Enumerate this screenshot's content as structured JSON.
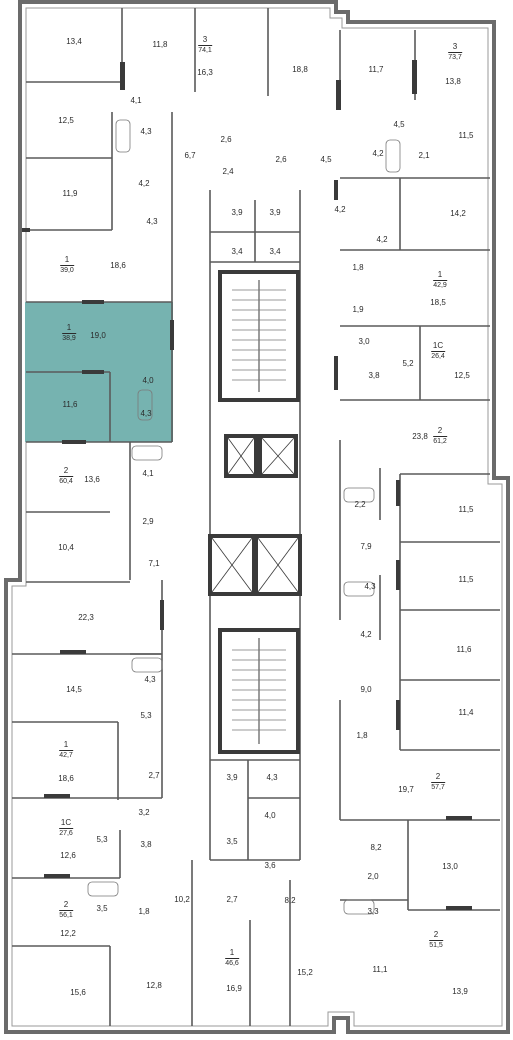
{
  "highlight_color": "#76b3b0",
  "apartments": [
    {
      "id": "apt-top-3-left",
      "rooms": "3",
      "area": "74,1"
    },
    {
      "id": "apt-top-3-right",
      "rooms": "3",
      "area": "73,7"
    },
    {
      "id": "apt-1-39",
      "rooms": "1",
      "area": "39,0"
    },
    {
      "id": "apt-1-42-9",
      "rooms": "1",
      "area": "42,9"
    },
    {
      "id": "apt-1-38-9",
      "rooms": "1",
      "area": "38,9"
    },
    {
      "id": "apt-1c-26-4",
      "rooms": "1С",
      "area": "26,4"
    },
    {
      "id": "apt-2-61-2",
      "rooms": "2",
      "area": "61,2"
    },
    {
      "id": "apt-2-60-4",
      "rooms": "2",
      "area": "60,4"
    },
    {
      "id": "apt-1-42-7",
      "rooms": "1",
      "area": "42,7"
    },
    {
      "id": "apt-2-57-7",
      "rooms": "2",
      "area": "57,7"
    },
    {
      "id": "apt-1c-27-6",
      "rooms": "1С",
      "area": "27,6"
    },
    {
      "id": "apt-2-56-1",
      "rooms": "2",
      "area": "56,1"
    },
    {
      "id": "apt-2-51-5",
      "rooms": "2",
      "area": "51,5"
    },
    {
      "id": "apt-1-46-6",
      "rooms": "1",
      "area": "46,6"
    }
  ],
  "room_areas": [
    "13,4",
    "11,8",
    "16,3",
    "18,8",
    "11,7",
    "13,8",
    "12,5",
    "4,1",
    "4,3",
    "6,7",
    "2,6",
    "2,6",
    "4,5",
    "11,5",
    "4,5",
    "4,2",
    "2,1",
    "2,4",
    "11,9",
    "4,2",
    "3,9",
    "3,9",
    "4,2",
    "14,2",
    "4,3",
    "3,4",
    "3,4",
    "4,2",
    "18,6",
    "1,8",
    "18,5",
    "19,0",
    "1,9",
    "3,0",
    "5,2",
    "12,5",
    "4,0",
    "3,8",
    "11,6",
    "4,3",
    "23,8",
    "4,1",
    "13,6",
    "2,2",
    "11,5",
    "2,9",
    "7,9",
    "10,4",
    "7,1",
    "11,5",
    "4,3",
    "22,3",
    "4,2",
    "11,6",
    "4,3",
    "14,5",
    "9,0",
    "5,3",
    "11,4",
    "1,8",
    "18,6",
    "2,7",
    "3,9",
    "4,3",
    "19,7",
    "4,0",
    "3,2",
    "5,3",
    "3,8",
    "12,6",
    "3,5",
    "3,6",
    "8,2",
    "13,0",
    "2,0",
    "3,3",
    "3,5",
    "1,8",
    "10,2",
    "2,7",
    "8,2",
    "12,2",
    "15,6",
    "12,8",
    "16,9",
    "15,2",
    "11,1",
    "13,9"
  ]
}
